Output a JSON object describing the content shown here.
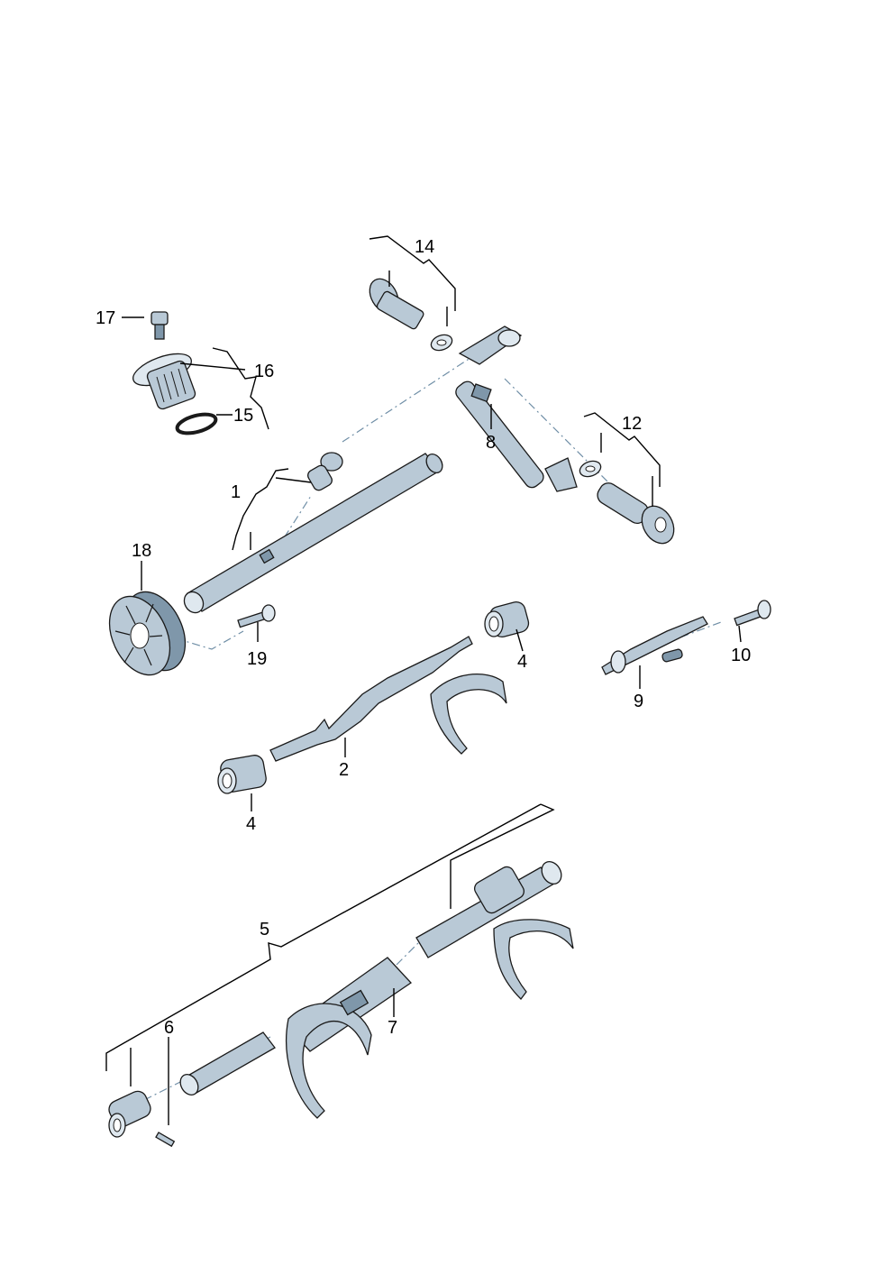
{
  "callouts": {
    "c1": "1",
    "c2": "2",
    "c4a": "4",
    "c4b": "4",
    "c5": "5",
    "c6": "6",
    "c7": "7",
    "c8": "8",
    "c9": "9",
    "c10": "10",
    "c12": "12",
    "c14": "14",
    "c15": "15",
    "c16": "16",
    "c17": "17",
    "c18": "18",
    "c19": "19"
  },
  "colors": {
    "metal": "#b9c9d6",
    "metal_dark": "#7f97aa",
    "metal_light": "#dfe8ef",
    "outline": "#1a1a1a",
    "center_line": "#6f8ea6"
  }
}
